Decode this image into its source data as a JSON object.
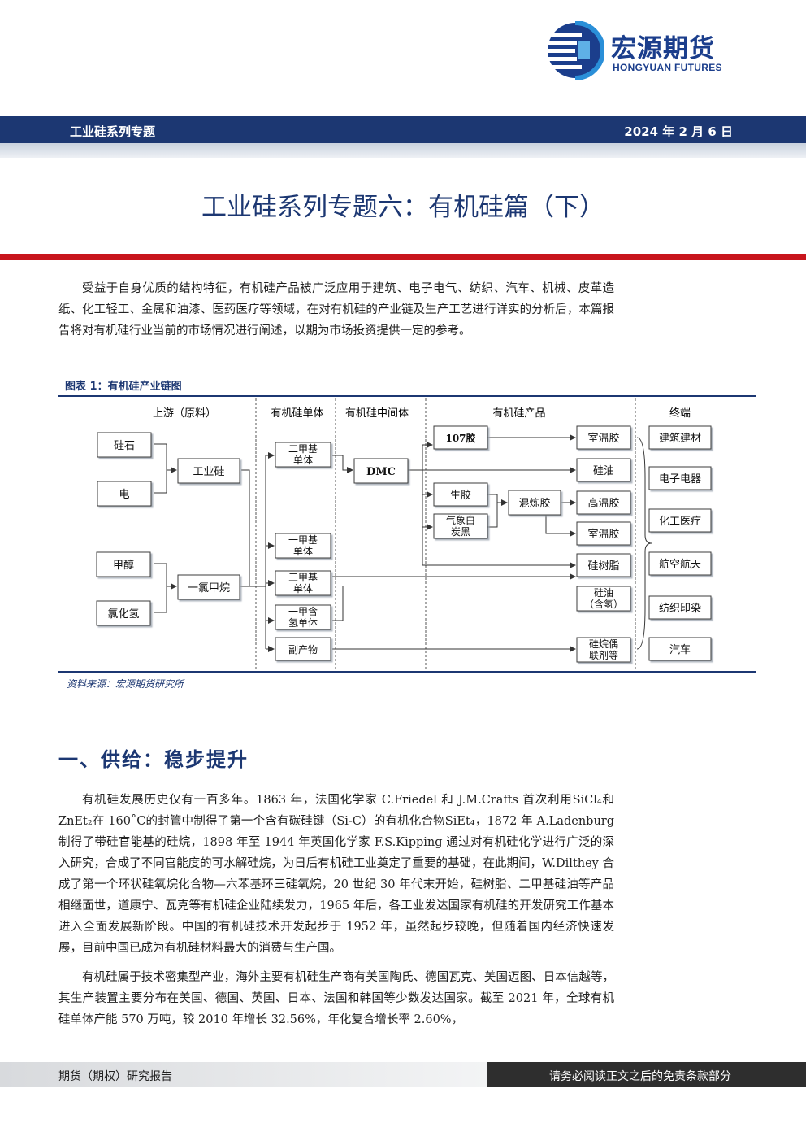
{
  "logo": {
    "name_cn": "宏源期货",
    "name_en": "HONGYUAN FUTURES",
    "color": "#1b3e8c"
  },
  "header": {
    "series": "工业硅系列专题",
    "date": "2024 年 2 月 6 日"
  },
  "title": "工业硅系列专题六：有机硅篇（下）",
  "intro": "受益于自身优质的结构特征，有机硅产品被广泛应用于建筑、电子电气、纺织、汽车、机械、皮革造纸、化工轻工、金属和油漆、医药医疗等领域，在对有机硅的产业链及生产工艺进行详实的分析后，本篇报告将对有机硅行业当前的市场情况进行阐述，以期为市场投资提供一定的参考。",
  "figure": {
    "caption": "图表 1：有机硅产业链图",
    "columns": {
      "upstream": "上游（原料）",
      "monomer": "有机硅单体",
      "intermediate": "有机硅中间体",
      "products": "有机硅产品",
      "terminal": "终端"
    },
    "nodes": {
      "silica": "硅石",
      "power": "电",
      "industrial_si": "工业硅",
      "methanol": "甲醇",
      "hcl": "氯化氢",
      "chloromethane": "一氯甲烷",
      "dimethyl_1": "二甲基",
      "dimethyl_2": "单体",
      "monomethyl_1": "一甲基",
      "monomethyl_2": "单体",
      "trimethyl_1": "三甲基",
      "trimethyl_2": "单体",
      "mhydro_1": "一甲含",
      "mhydro_2": "氢单体",
      "byproduct": "副产物",
      "dmc": "DMC",
      "glue107": "107胶",
      "raw_rubber": "生胶",
      "silica_1": "气象白",
      "silica_2": "炭黑",
      "mixed_rubber": "混炼胶",
      "rtv1": "室温胶",
      "silicone_oil": "硅油",
      "htv": "高温胶",
      "rtv2": "室温胶",
      "resin": "硅树脂",
      "hoil_1": "硅油",
      "hoil_2": "（含氢）",
      "coupling_1": "硅烷偶",
      "coupling_2": "联剂等",
      "t_building": "建筑建材",
      "t_electronics": "电子电器",
      "t_chem_med": "化工医疗",
      "t_aero": "航空航天",
      "t_textile": "纺织印染",
      "t_auto": "汽车"
    },
    "source": "资料来源：宏源期货研究所"
  },
  "section1": {
    "heading": "一、供给：稳步提升",
    "p1": "有机硅发展历史仅有一百多年。1863 年，法国化学家 C.Friedel 和 J.M.Crafts 首次利用SiCl₄和ZnEt₂在 160˚C的封管中制得了第一个含有碳硅键（Si-C）的有机化合物SiEt₄，1872 年 A.Ladenburg 制得了带硅官能基的硅烷，1898 年至 1944 年英国化学家 F.S.Kipping 通过对有机硅化学进行广泛的深入研究，合成了不同官能度的可水解硅烷，为日后有机硅工业奠定了重要的基础，在此期间，W.Dilthey 合成了第一个环状硅氧烷化合物—六苯基环三硅氧烷，20 世纪 30 年代末开始，硅树脂、二甲基硅油等产品相继面世，道康宁、瓦克等有机硅企业陆续发力，1965 年后，各工业发达国家有机硅的开发研究工作基本进入全面发展新阶段。中国的有机硅技术开发起步于 1952 年，虽然起步较晚，但随着国内经济快速发展，目前中国已成为有机硅材料最大的消费与生产国。",
    "p2": "有机硅属于技术密集型产业，海外主要有机硅生产商有美国陶氏、德国瓦克、美国迈图、日本信越等，其生产装置主要分布在美国、德国、英国、日本、法国和韩国等少数发达国家。截至 2021 年，全球有机硅单体产能 570 万吨，较 2010 年增长 32.56%，年化复合增长率 2.60%，"
  },
  "footer": {
    "left": "期货（期权）研究报告",
    "right": "请务必阅读正文之后的免责条款部分"
  },
  "colors": {
    "navy": "#1c3772",
    "red": "#c8151d"
  }
}
